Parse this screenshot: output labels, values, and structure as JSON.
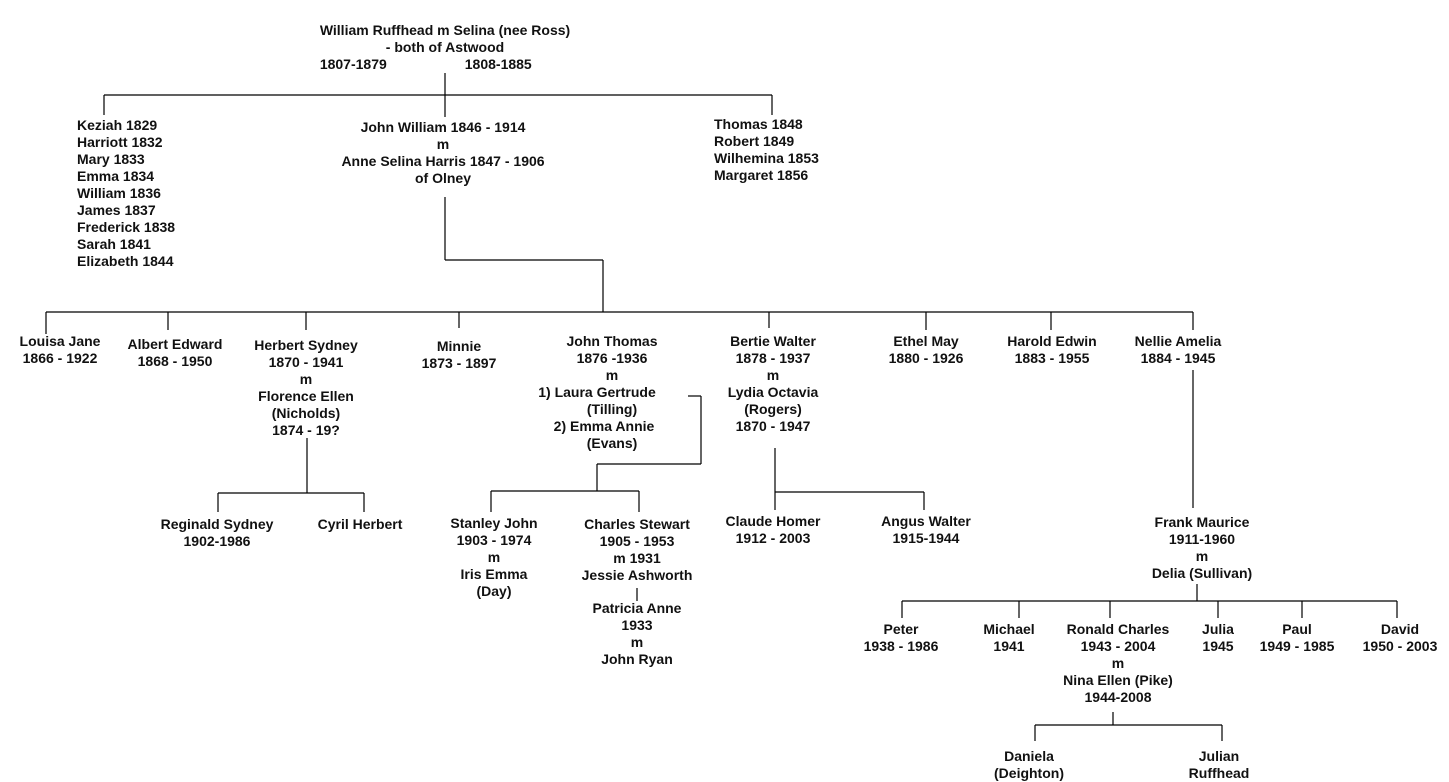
{
  "root": {
    "line1": "William Ruffhead m Selina (nee Ross)",
    "line2": "- both of Astwood",
    "dates_husband": "1807-1879",
    "dates_wife": "1808-1885"
  },
  "gen1": {
    "left_siblings": [
      "Keziah  1829",
      "Harriott 1832",
      "Mary 1833",
      "Emma 1834",
      "William 1836",
      "James 1837",
      "Frederick 1838",
      "Sarah 1841",
      "Elizabeth 1844"
    ],
    "center_couple": [
      "John William 1846 - 1914",
      "m",
      "Anne Selina Harris 1847 - 1906",
      "of Olney"
    ],
    "right_siblings": [
      "Thomas 1848",
      "Robert 1849",
      "Wilhemina 1853",
      "Margaret 1856"
    ]
  },
  "gen2": [
    {
      "lines": [
        "Louisa  Jane",
        "1866 - 1922"
      ]
    },
    {
      "lines": [
        "Albert Edward",
        "1868 - 1950"
      ]
    },
    {
      "lines": [
        "Herbert Sydney",
        "1870 - 1941",
        "m",
        "Florence Ellen",
        "(Nicholds)",
        "1874 - 19?"
      ]
    },
    {
      "lines": [
        "Minnie",
        "1873 - 1897"
      ]
    },
    {
      "lines": [
        "John Thomas",
        "1876 -1936",
        "m",
        "1) Laura Gertrude",
        "(Tilling)",
        "2) Emma Annie",
        "(Evans)"
      ]
    },
    {
      "lines": [
        "Bertie Walter",
        "1878 - 1937",
        "m",
        "Lydia Octavia",
        "(Rogers)",
        "1870 - 1947"
      ]
    },
    {
      "lines": [
        "Ethel May",
        "1880 - 1926"
      ]
    },
    {
      "lines": [
        "Harold Edwin",
        "1883 - 1955"
      ]
    },
    {
      "lines": [
        "Nellie Amelia",
        "1884 - 1945"
      ]
    }
  ],
  "gen3": {
    "herbert_children": [
      {
        "lines": [
          "Reginald Sydney",
          "1902-1986"
        ]
      },
      {
        "lines": [
          "Cyril Herbert"
        ]
      }
    ],
    "john_thomas_children": [
      {
        "lines": [
          "Stanley John",
          "1903 - 1974",
          "m",
          "Iris Emma",
          "(Day)"
        ]
      },
      {
        "lines": [
          "Charles Stewart",
          "1905 - 1953",
          "m 1931",
          "Jessie Ashworth"
        ]
      }
    ],
    "bertie_children": [
      {
        "lines": [
          "Claude Homer",
          "1912 - 2003"
        ]
      },
      {
        "lines": [
          "Angus Walter",
          "1915-1944"
        ]
      }
    ],
    "nellie_child": {
      "lines": [
        "Frank Maurice",
        "1911-1960",
        "m",
        "Delia (Sullivan)"
      ]
    }
  },
  "gen4": {
    "charles_child": {
      "lines": [
        "Patricia Anne",
        "1933",
        "m",
        "John Ryan"
      ]
    },
    "frank_children": [
      {
        "lines": [
          "Peter",
          "1938 - 1986"
        ]
      },
      {
        "lines": [
          "Michael",
          "1941"
        ]
      },
      {
        "lines": [
          "Ronald Charles",
          "1943 - 2004",
          "m",
          "Nina Ellen (Pike)",
          "1944-2008"
        ]
      },
      {
        "lines": [
          "Julia",
          "1945"
        ]
      },
      {
        "lines": [
          "Paul",
          "1949 - 1985"
        ]
      },
      {
        "lines": [
          "David",
          "1950 - 2003"
        ]
      }
    ]
  },
  "gen5": {
    "ronald_children": [
      {
        "lines": [
          "Daniela",
          "(Deighton)"
        ]
      },
      {
        "lines": [
          "Julian",
          "Ruffhead"
        ]
      }
    ]
  }
}
